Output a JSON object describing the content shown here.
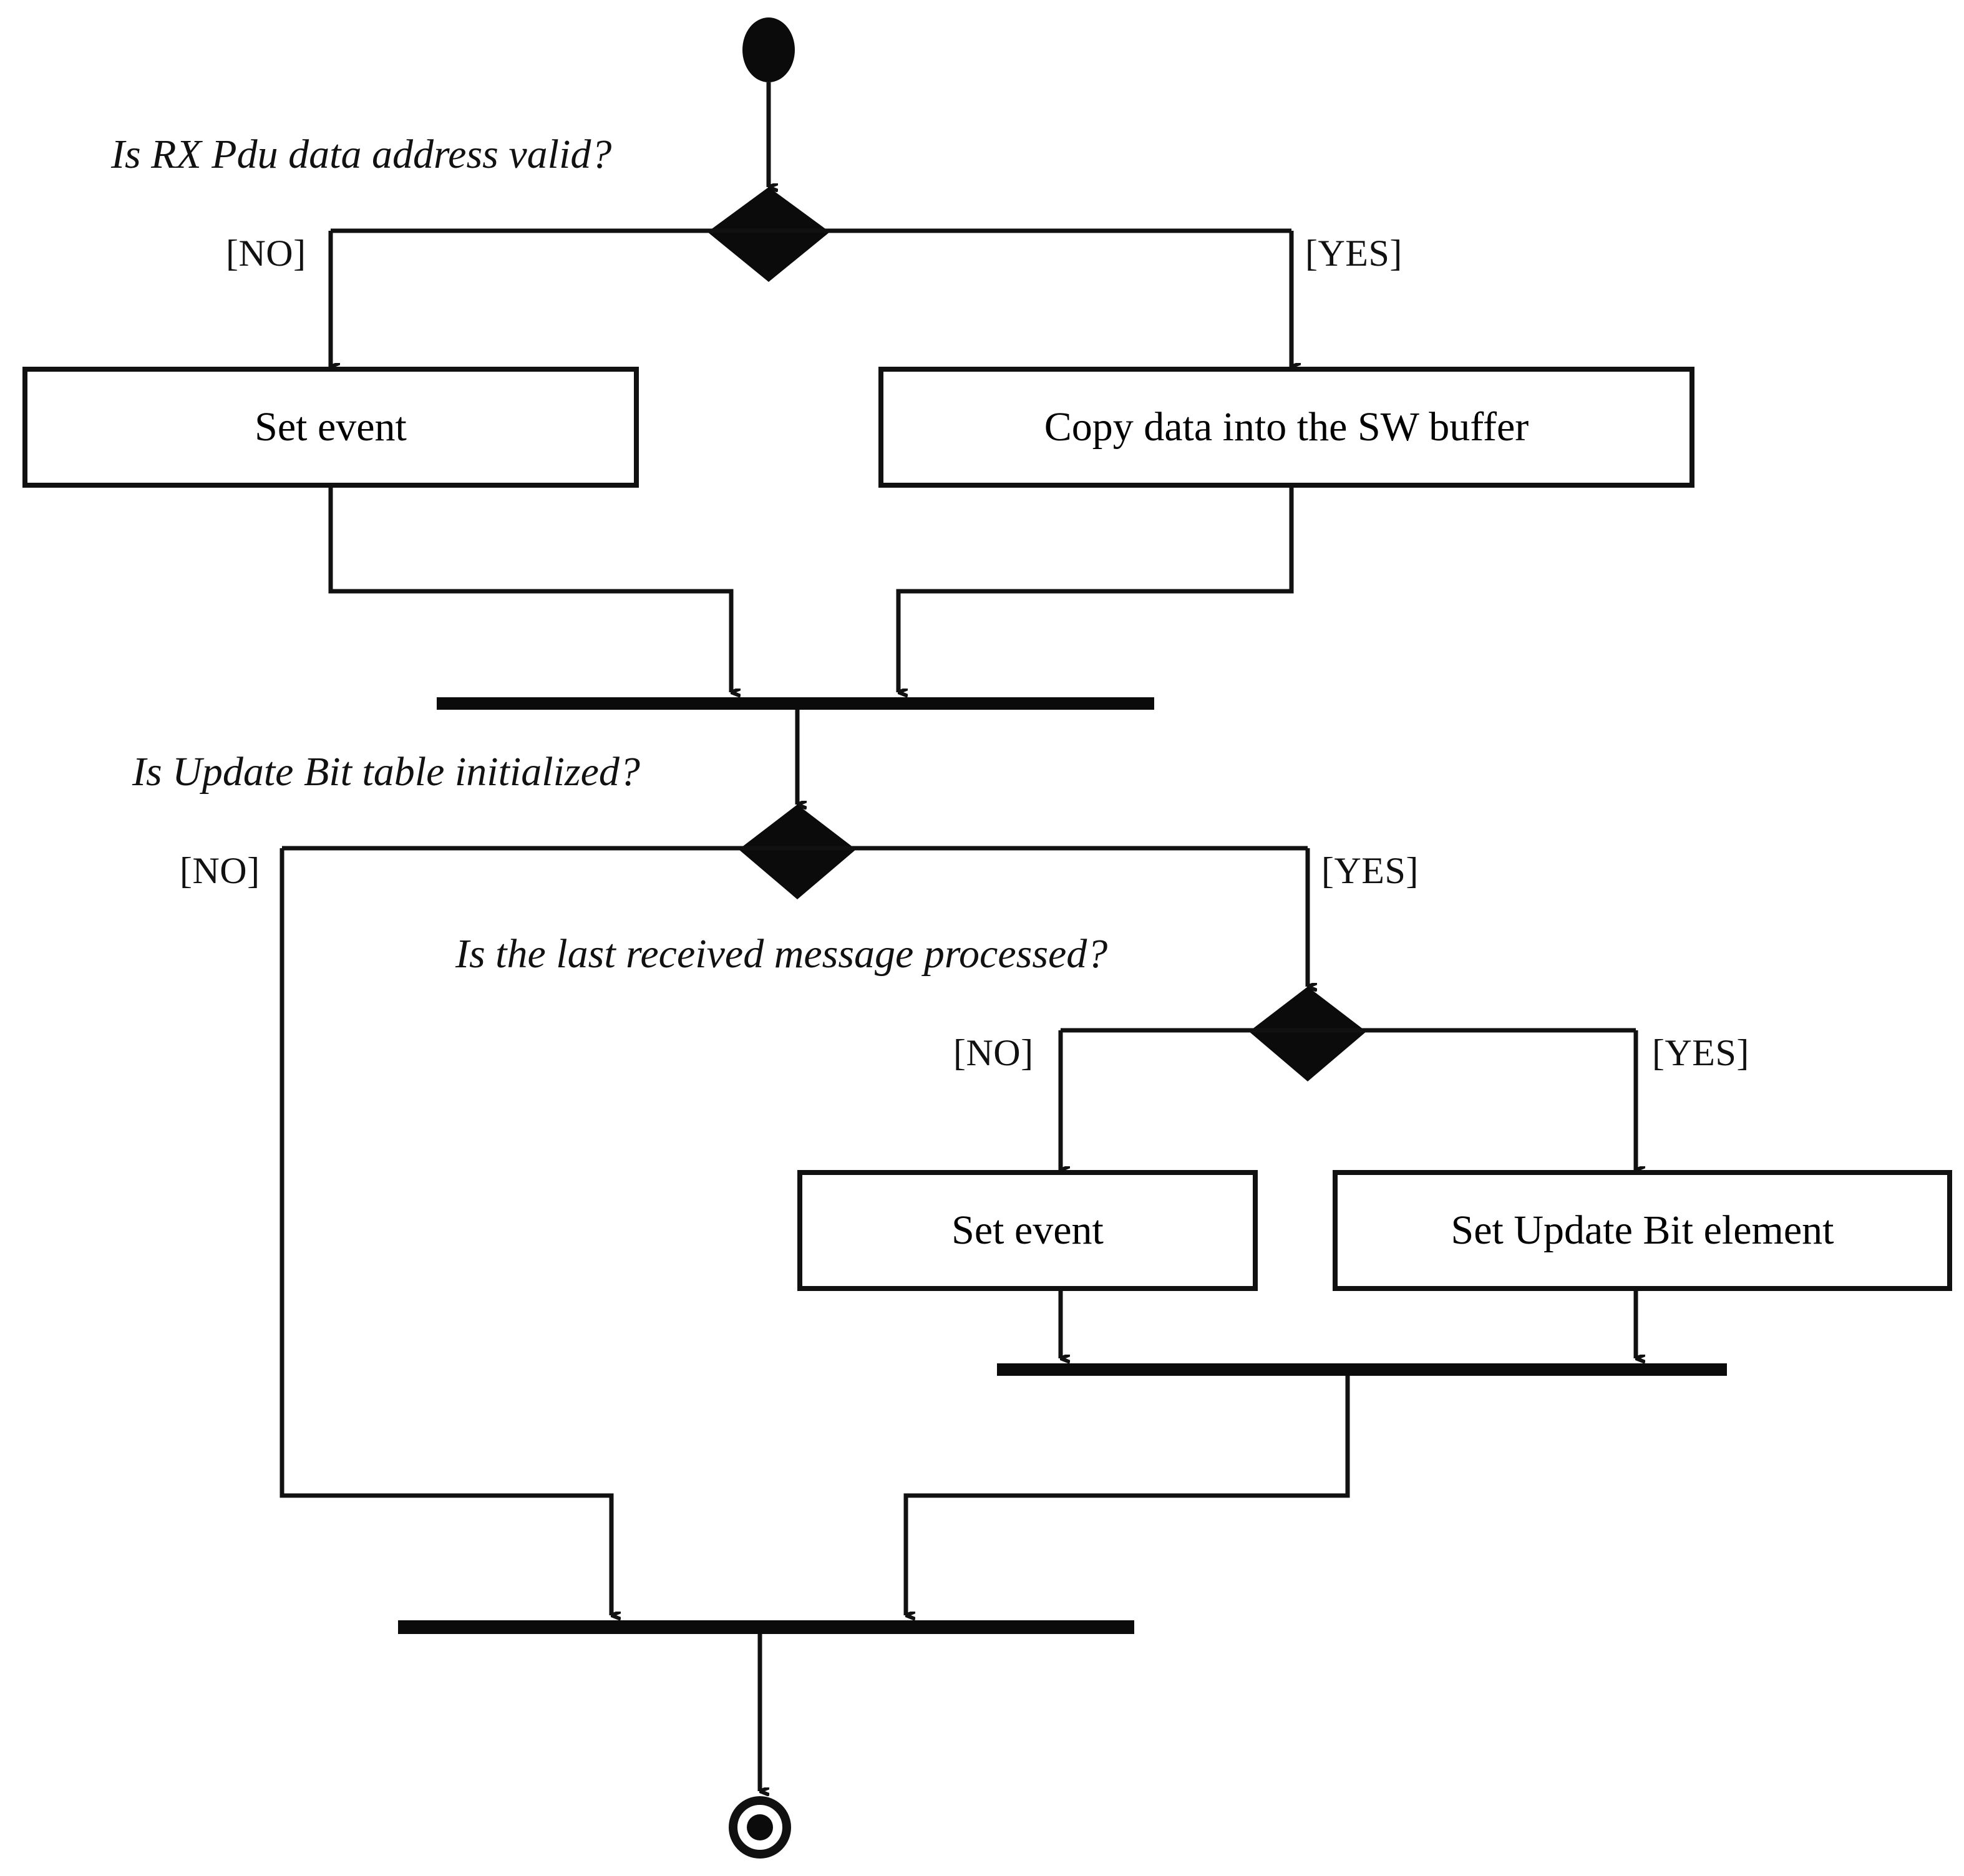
{
  "diagram": {
    "type": "uml-activity-diagram",
    "title": "",
    "start_node": "initial-node",
    "end_node": "final-node",
    "decisions": [
      {
        "id": "d1",
        "label": "Is RX Pdu data address valid?",
        "branches": [
          "[NO]",
          "[YES]"
        ]
      },
      {
        "id": "d2",
        "label": "Is Update Bit table initialized?",
        "branches": [
          "[NO]",
          "[YES]"
        ]
      },
      {
        "id": "d3",
        "label": "Is the last received message processed?",
        "branches": [
          "[NO]",
          "[YES]"
        ]
      }
    ],
    "actions": [
      {
        "id": "a1",
        "label": "Set event"
      },
      {
        "id": "a2",
        "label": "Copy data into the SW buffer"
      },
      {
        "id": "a3",
        "label": "Set event"
      },
      {
        "id": "a4",
        "label": "Set Update Bit element"
      }
    ],
    "guards": {
      "d1_no": "[NO]",
      "d1_yes": "[YES]",
      "d2_no": "[NO]",
      "d2_yes": "[YES]",
      "d3_no": "[NO]",
      "d3_yes": "[YES]"
    },
    "merge_bars": [
      "merge-1",
      "merge-2",
      "merge-3"
    ],
    "colors": {
      "stroke": "#111111",
      "fill_node": "#0b0b0b",
      "box_fill": "#ffffff",
      "background": "#ffffff"
    }
  }
}
